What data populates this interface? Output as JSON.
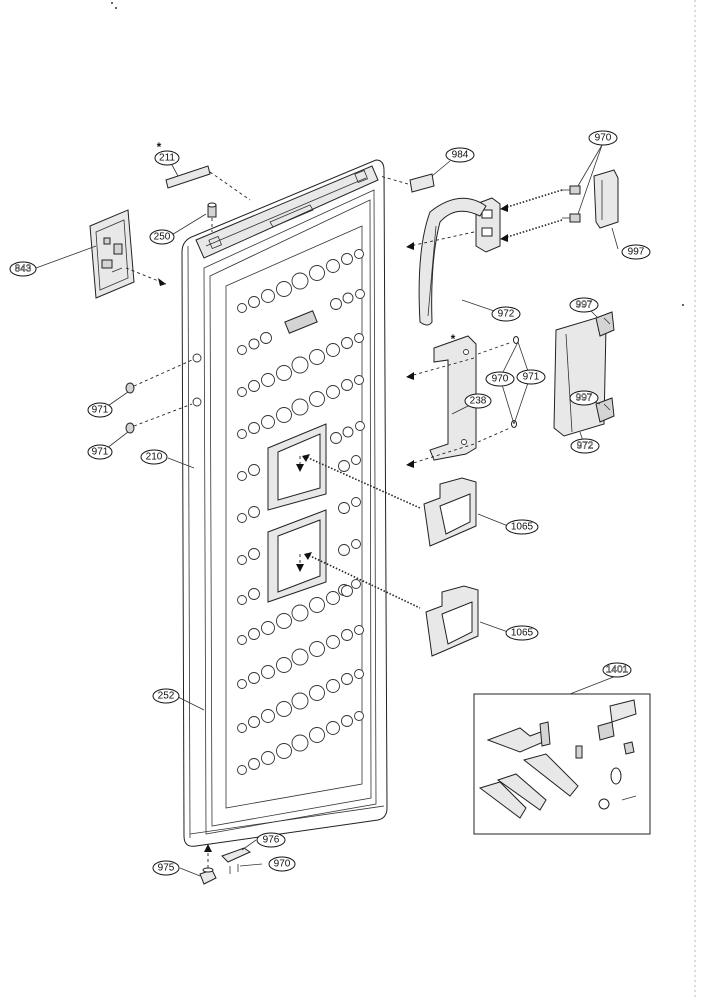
{
  "diagram": {
    "labels": {
      "p211": "211",
      "p984": "984",
      "p970_top": "970",
      "p250": "250",
      "p843": "843",
      "p997_top": "997",
      "p972_handle": "972",
      "p997_a": "997",
      "p970_mid": "970",
      "p971_mid": "971",
      "p238": "238",
      "p997_b": "997",
      "p972_b": "972",
      "p971_upper": "971",
      "p971_lower": "971",
      "p210": "210",
      "p1065_upper": "1065",
      "p1065_lower": "1065",
      "p1401": "1401",
      "p252": "252",
      "p976": "976",
      "p975": "975",
      "p970_bottom": "970"
    },
    "star_mark": "*"
  }
}
